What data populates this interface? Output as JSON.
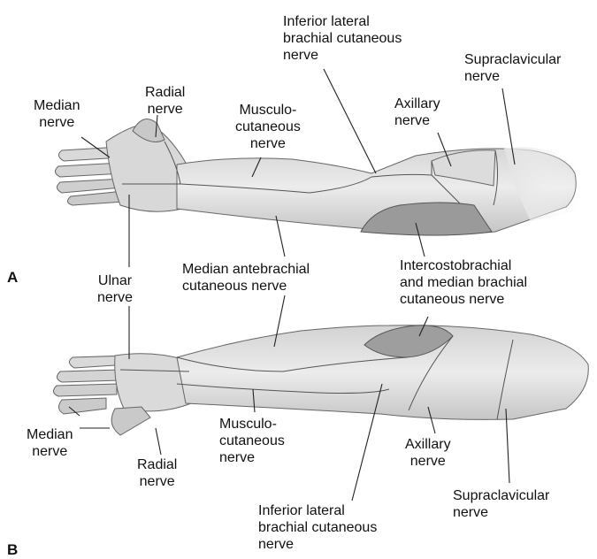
{
  "panels": [
    {
      "letter": "A",
      "labels": {
        "median_nerve": [
          "Median",
          "nerve"
        ],
        "radial_nerve": [
          "Radial",
          "nerve"
        ],
        "musculocutaneous_nerve": [
          "Musculo-",
          "cutaneous",
          "nerve"
        ],
        "inferior_lateral_brachial_cutaneous_nerve": [
          "Inferior lateral",
          "brachial cutaneous",
          "nerve"
        ],
        "axillary_nerve": [
          "Axillary",
          "nerve"
        ],
        "supraclavicular_nerve": [
          "Supraclavicular",
          "nerve"
        ],
        "ulnar_nerve": [
          "Ulnar",
          "nerve"
        ],
        "median_antebrachial_cutaneous_nerve": [
          "Median antebrachial",
          "cutaneous nerve"
        ],
        "intercostobrachial_and_median_brachial_cutaneous_nerve": [
          "Intercostobrachial",
          "and median brachial",
          "cutaneous nerve"
        ]
      }
    },
    {
      "letter": "B",
      "labels": {
        "median_nerve": [
          "Median",
          "nerve"
        ],
        "radial_nerve": [
          "Radial",
          "nerve"
        ],
        "musculocutaneous_nerve": [
          "Musculo-",
          "cutaneous",
          "nerve"
        ],
        "axillary_nerve": [
          "Axillary",
          "nerve"
        ],
        "supraclavicular_nerve": [
          "Supraclavicular",
          "nerve"
        ],
        "inferior_lateral_brachial_cutaneous_nerve": [
          "Inferior lateral",
          "brachial cutaneous",
          "nerve"
        ]
      }
    }
  ],
  "colors": {
    "skin_light": "#e9e9e9",
    "skin_mid": "#cfcfcf",
    "region_dark": "#9a9a9a",
    "outline": "#555555",
    "leader": "#222222"
  }
}
